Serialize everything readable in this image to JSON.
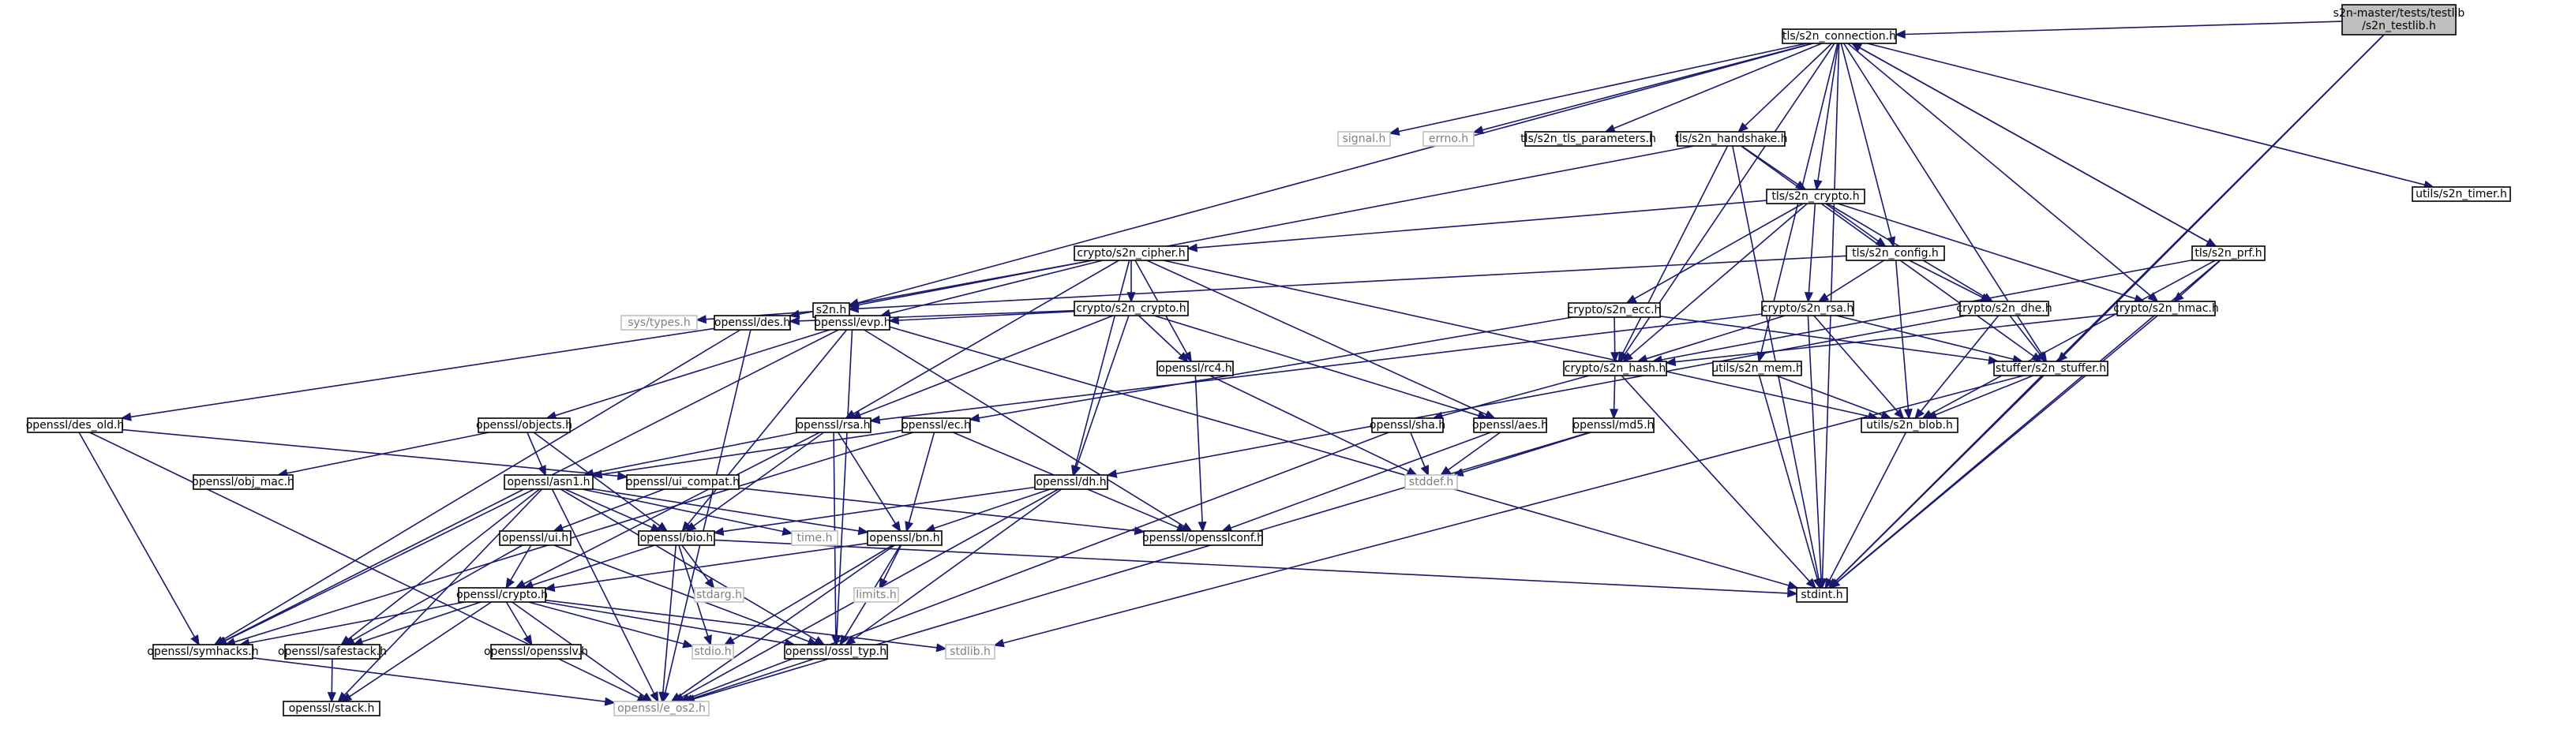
{
  "diagram": {
    "type": "include-dependency-graph",
    "colors": {
      "edge": "#191970",
      "node_border": "#000000",
      "external_border": "#bfbfbf",
      "external_text": "#7f7f7f",
      "root_fill": "#bfbfbf",
      "node_fill": "#ffffff",
      "text": "#000000"
    },
    "nodes": [
      {
        "id": "root",
        "label": "s2n-master/tests/testlib\n/s2n_testlib.h",
        "style": "root"
      },
      {
        "id": "tls_conn",
        "label": "tls/s2n_connection.h",
        "style": "normal"
      },
      {
        "id": "signal",
        "label": "signal.h",
        "style": "external"
      },
      {
        "id": "errno",
        "label": "errno.h",
        "style": "external"
      },
      {
        "id": "tls_params",
        "label": "tls/s2n_tls_parameters.h",
        "style": "normal"
      },
      {
        "id": "tls_hs",
        "label": "tls/s2n_handshake.h",
        "style": "normal"
      },
      {
        "id": "utils_timer",
        "label": "utils/s2n_timer.h",
        "style": "normal"
      },
      {
        "id": "tls_crypto",
        "label": "tls/s2n_crypto.h",
        "style": "normal"
      },
      {
        "id": "crypto_cipher",
        "label": "crypto/s2n_cipher.h",
        "style": "normal"
      },
      {
        "id": "tls_config",
        "label": "tls/s2n_config.h",
        "style": "normal"
      },
      {
        "id": "tls_prf",
        "label": "tls/s2n_prf.h",
        "style": "normal"
      },
      {
        "id": "s2n_h",
        "label": "s2n.h",
        "style": "normal"
      },
      {
        "id": "crypto_crypto",
        "label": "crypto/s2n_crypto.h",
        "style": "normal"
      },
      {
        "id": "crypto_ecc",
        "label": "crypto/s2n_ecc.h",
        "style": "normal"
      },
      {
        "id": "crypto_rsa",
        "label": "crypto/s2n_rsa.h",
        "style": "normal"
      },
      {
        "id": "crypto_dhe",
        "label": "crypto/s2n_dhe.h",
        "style": "normal"
      },
      {
        "id": "crypto_hmac",
        "label": "crypto/s2n_hmac.h",
        "style": "normal"
      },
      {
        "id": "sys_types",
        "label": "sys/types.h",
        "style": "external"
      },
      {
        "id": "ossl_des",
        "label": "openssl/des.h",
        "style": "normal"
      },
      {
        "id": "ossl_evp",
        "label": "openssl/evp.h",
        "style": "normal"
      },
      {
        "id": "ossl_rc4",
        "label": "openssl/rc4.h",
        "style": "normal"
      },
      {
        "id": "crypto_hash",
        "label": "crypto/s2n_hash.h",
        "style": "normal"
      },
      {
        "id": "utils_mem",
        "label": "utils/s2n_mem.h",
        "style": "normal"
      },
      {
        "id": "stuffer",
        "label": "stuffer/s2n_stuffer.h",
        "style": "normal"
      },
      {
        "id": "ossl_des_old",
        "label": "openssl/des_old.h",
        "style": "normal"
      },
      {
        "id": "ossl_objects",
        "label": "openssl/objects.h",
        "style": "normal"
      },
      {
        "id": "ossl_rsa",
        "label": "openssl/rsa.h",
        "style": "normal"
      },
      {
        "id": "ossl_ec",
        "label": "openssl/ec.h",
        "style": "normal"
      },
      {
        "id": "ossl_sha",
        "label": "openssl/sha.h",
        "style": "normal"
      },
      {
        "id": "ossl_aes",
        "label": "openssl/aes.h",
        "style": "normal"
      },
      {
        "id": "ossl_md5",
        "label": "openssl/md5.h",
        "style": "normal"
      },
      {
        "id": "utils_blob",
        "label": "utils/s2n_blob.h",
        "style": "normal"
      },
      {
        "id": "ossl_obj_mac",
        "label": "openssl/obj_mac.h",
        "style": "normal"
      },
      {
        "id": "ossl_asn1",
        "label": "openssl/asn1.h",
        "style": "normal"
      },
      {
        "id": "ossl_ui_compat",
        "label": "openssl/ui_compat.h",
        "style": "normal"
      },
      {
        "id": "stddef",
        "label": "stddef.h",
        "style": "external"
      },
      {
        "id": "ossl_dh",
        "label": "openssl/dh.h",
        "style": "normal"
      },
      {
        "id": "ossl_ui",
        "label": "openssl/ui.h",
        "style": "normal"
      },
      {
        "id": "ossl_bio",
        "label": "openssl/bio.h",
        "style": "normal"
      },
      {
        "id": "time",
        "label": "time.h",
        "style": "external"
      },
      {
        "id": "ossl_bn",
        "label": "openssl/bn.h",
        "style": "normal"
      },
      {
        "id": "ossl_opensslconf",
        "label": "openssl/opensslconf.h",
        "style": "normal"
      },
      {
        "id": "stdarg",
        "label": "stdarg.h",
        "style": "external"
      },
      {
        "id": "limits",
        "label": "limits.h",
        "style": "external"
      },
      {
        "id": "stdint",
        "label": "stdint.h",
        "style": "normal"
      },
      {
        "id": "ossl_crypto",
        "label": "openssl/crypto.h",
        "style": "normal"
      },
      {
        "id": "ossl_symhacks",
        "label": "openssl/symhacks.h",
        "style": "normal"
      },
      {
        "id": "ossl_safestack",
        "label": "openssl/safestack.h",
        "style": "normal"
      },
      {
        "id": "ossl_opensslv",
        "label": "openssl/opensslv.h",
        "style": "normal"
      },
      {
        "id": "stdio",
        "label": "stdio.h",
        "style": "external"
      },
      {
        "id": "ossl_typ",
        "label": "openssl/ossl_typ.h",
        "style": "normal"
      },
      {
        "id": "stdlib",
        "label": "stdlib.h",
        "style": "external"
      },
      {
        "id": "ossl_stack",
        "label": "openssl/stack.h",
        "style": "normal"
      },
      {
        "id": "ossl_e_os2",
        "label": "openssl/e_os2.h",
        "style": "external"
      }
    ],
    "edges": [
      [
        "root",
        "tls_conn"
      ],
      [
        "root",
        "stuffer"
      ],
      [
        "root",
        "stdint"
      ],
      [
        "tls_conn",
        "signal"
      ],
      [
        "tls_conn",
        "errno"
      ],
      [
        "tls_conn",
        "tls_params"
      ],
      [
        "tls_conn",
        "tls_hs"
      ],
      [
        "tls_conn",
        "utils_timer"
      ],
      [
        "tls_conn",
        "tls_crypto"
      ],
      [
        "tls_conn",
        "tls_config"
      ],
      [
        "tls_conn",
        "tls_prf"
      ],
      [
        "tls_conn",
        "s2n_h"
      ],
      [
        "tls_conn",
        "crypto_hmac"
      ],
      [
        "tls_conn",
        "crypto_hash"
      ],
      [
        "tls_conn",
        "utils_mem"
      ],
      [
        "tls_conn",
        "stuffer"
      ],
      [
        "tls_conn",
        "stdint"
      ],
      [
        "tls_hs",
        "s2n_h"
      ],
      [
        "tls_hs",
        "tls_crypto"
      ],
      [
        "tls_hs",
        "crypto_hash"
      ],
      [
        "tls_hs",
        "stuffer"
      ],
      [
        "tls_hs",
        "stdint"
      ],
      [
        "tls_crypto",
        "crypto_cipher"
      ],
      [
        "tls_crypto",
        "tls_config"
      ],
      [
        "tls_crypto",
        "crypto_ecc"
      ],
      [
        "tls_crypto",
        "crypto_rsa"
      ],
      [
        "tls_crypto",
        "crypto_dhe"
      ],
      [
        "tls_crypto",
        "crypto_hmac"
      ],
      [
        "tls_crypto",
        "crypto_hash"
      ],
      [
        "crypto_cipher",
        "crypto_crypto"
      ],
      [
        "crypto_cipher",
        "ossl_evp"
      ],
      [
        "crypto_cipher",
        "ossl_rsa"
      ],
      [
        "crypto_cipher",
        "ossl_des"
      ],
      [
        "crypto_cipher",
        "ossl_rc4"
      ],
      [
        "crypto_cipher",
        "ossl_aes"
      ],
      [
        "crypto_cipher",
        "ossl_dh"
      ],
      [
        "crypto_cipher",
        "utils_blob"
      ],
      [
        "tls_config",
        "s2n_h"
      ],
      [
        "tls_config",
        "crypto_rsa"
      ],
      [
        "tls_config",
        "crypto_dhe"
      ],
      [
        "tls_config",
        "utils_blob"
      ],
      [
        "tls_prf",
        "crypto_hmac"
      ],
      [
        "tls_prf",
        "tls_conn"
      ],
      [
        "tls_prf",
        "crypto_hash"
      ],
      [
        "tls_prf",
        "utils_blob"
      ],
      [
        "tls_prf",
        "stdint"
      ],
      [
        "s2n_h",
        "sys_types"
      ],
      [
        "s2n_h",
        "stdint"
      ],
      [
        "crypto_crypto",
        "ossl_evp"
      ],
      [
        "crypto_crypto",
        "ossl_rsa"
      ],
      [
        "crypto_crypto",
        "ossl_dh"
      ],
      [
        "crypto_crypto",
        "ossl_rc4"
      ],
      [
        "crypto_crypto",
        "ossl_aes"
      ],
      [
        "crypto_crypto",
        "ossl_des"
      ],
      [
        "crypto_ecc",
        "crypto_hash"
      ],
      [
        "crypto_ecc",
        "ossl_ec"
      ],
      [
        "crypto_ecc",
        "stuffer"
      ],
      [
        "crypto_rsa",
        "ossl_rsa"
      ],
      [
        "crypto_rsa",
        "crypto_hash"
      ],
      [
        "crypto_rsa",
        "stuffer"
      ],
      [
        "crypto_rsa",
        "utils_blob"
      ],
      [
        "crypto_rsa",
        "stdint"
      ],
      [
        "crypto_dhe",
        "ossl_dh"
      ],
      [
        "crypto_dhe",
        "stuffer"
      ],
      [
        "crypto_dhe",
        "utils_blob"
      ],
      [
        "crypto_hmac",
        "crypto_hash"
      ],
      [
        "crypto_hmac",
        "stdint"
      ],
      [
        "ossl_des",
        "ossl_des_old"
      ],
      [
        "ossl_des",
        "ossl_symhacks"
      ],
      [
        "ossl_des",
        "ossl_e_os2"
      ],
      [
        "ossl_evp",
        "ossl_objects"
      ],
      [
        "ossl_evp",
        "ossl_symhacks"
      ],
      [
        "ossl_evp",
        "ossl_bio"
      ],
      [
        "ossl_evp",
        "ossl_typ"
      ],
      [
        "ossl_evp",
        "ossl_opensslconf"
      ],
      [
        "ossl_rc4",
        "ossl_opensslconf"
      ],
      [
        "ossl_rc4",
        "stddef"
      ],
      [
        "crypto_hash",
        "ossl_sha"
      ],
      [
        "crypto_hash",
        "ossl_md5"
      ],
      [
        "crypto_hash",
        "stdint"
      ],
      [
        "utils_mem",
        "utils_blob"
      ],
      [
        "utils_mem",
        "stdint"
      ],
      [
        "stuffer",
        "utils_blob"
      ],
      [
        "stuffer",
        "stdint"
      ],
      [
        "stuffer",
        "stdlib"
      ],
      [
        "ossl_des_old",
        "ossl_ui_compat"
      ],
      [
        "ossl_des_old",
        "ossl_symhacks"
      ],
      [
        "ossl_des_old",
        "ossl_e_os2"
      ],
      [
        "ossl_objects",
        "ossl_obj_mac"
      ],
      [
        "ossl_objects",
        "ossl_asn1"
      ],
      [
        "ossl_objects",
        "ossl_bio"
      ],
      [
        "ossl_rsa",
        "ossl_asn1"
      ],
      [
        "ossl_rsa",
        "ossl_bio"
      ],
      [
        "ossl_rsa",
        "ossl_bn"
      ],
      [
        "ossl_rsa",
        "ossl_crypto"
      ],
      [
        "ossl_rsa",
        "ossl_typ"
      ],
      [
        "ossl_ec",
        "ossl_asn1"
      ],
      [
        "ossl_ec",
        "ossl_symhacks"
      ],
      [
        "ossl_ec",
        "ossl_bn"
      ],
      [
        "ossl_ec",
        "ossl_opensslconf"
      ],
      [
        "ossl_sha",
        "stddef"
      ],
      [
        "ossl_sha",
        "ossl_e_os2"
      ],
      [
        "ossl_aes",
        "ossl_opensslconf"
      ],
      [
        "ossl_aes",
        "stddef"
      ],
      [
        "ossl_md5",
        "stddef"
      ],
      [
        "ossl_md5",
        "ossl_e_os2"
      ],
      [
        "utils_blob",
        "stdint"
      ],
      [
        "ossl_asn1",
        "time"
      ],
      [
        "ossl_asn1",
        "ossl_e_os2"
      ],
      [
        "ossl_asn1",
        "ossl_bio"
      ],
      [
        "ossl_asn1",
        "ossl_stack"
      ],
      [
        "ossl_asn1",
        "ossl_safestack"
      ],
      [
        "ossl_asn1",
        "ossl_symhacks"
      ],
      [
        "ossl_asn1",
        "ossl_typ"
      ],
      [
        "ossl_asn1",
        "ossl_bn"
      ],
      [
        "ossl_ui_compat",
        "ossl_opensslconf"
      ],
      [
        "ossl_ui_compat",
        "ossl_ui"
      ],
      [
        "ossl_dh",
        "ossl_e_os2"
      ],
      [
        "ossl_dh",
        "ossl_bio"
      ],
      [
        "ossl_dh",
        "ossl_typ"
      ],
      [
        "ossl_dh",
        "ossl_bn"
      ],
      [
        "ossl_ui",
        "ossl_crypto"
      ],
      [
        "ossl_ui",
        "ossl_safestack"
      ],
      [
        "ossl_ui",
        "ossl_typ"
      ],
      [
        "ossl_bio",
        "ossl_e_os2"
      ],
      [
        "ossl_bio",
        "stdio"
      ],
      [
        "ossl_bio",
        "stdarg"
      ],
      [
        "ossl_bio",
        "ossl_crypto"
      ],
      [
        "ossl_bio",
        "stdint"
      ],
      [
        "ossl_bn",
        "limits"
      ],
      [
        "ossl_bn",
        "ossl_e_os2"
      ],
      [
        "ossl_bn",
        "stdio"
      ],
      [
        "ossl_bn",
        "ossl_typ"
      ],
      [
        "ossl_bn",
        "ossl_crypto"
      ],
      [
        "ossl_crypto",
        "stdlib"
      ],
      [
        "ossl_crypto",
        "ossl_e_os2"
      ],
      [
        "ossl_crypto",
        "ossl_stack"
      ],
      [
        "ossl_crypto",
        "ossl_safestack"
      ],
      [
        "ossl_crypto",
        "ossl_opensslv"
      ],
      [
        "ossl_crypto",
        "ossl_typ"
      ],
      [
        "ossl_crypto",
        "stdio"
      ],
      [
        "ossl_crypto",
        "ossl_symhacks"
      ],
      [
        "ossl_symhacks",
        "ossl_e_os2"
      ],
      [
        "ossl_safestack",
        "ossl_stack"
      ],
      [
        "ossl_typ",
        "ossl_e_os2"
      ]
    ]
  }
}
